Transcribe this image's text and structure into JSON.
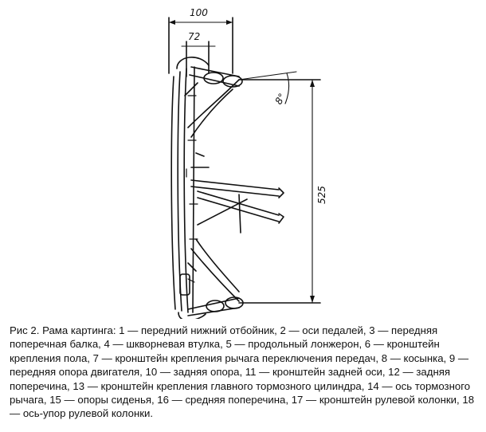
{
  "figure": {
    "dim_top_overall": "100",
    "dim_top_inner": "72",
    "dim_side": "525",
    "dim_angle": "8°"
  },
  "caption": {
    "text": "Рис 2. Рама картинга: 1 — передний нижний отбойник, 2 — оси педалей, 3 — передняя поперечная балка, 4 — шкворневая втулка, 5 — продольный лонжерон, 6 — кронштейн крепления пола, 7 — кронштейн крепления рычага переключения передач, 8 — косынка, 9 — передняя опора двигателя, 10 — задняя опора, 11 — кронштейн задней оси, 12 — задняя поперечина, 13 — кронштейн крепления главного тормозного цилиндра, 14 — ось тормозного рычага, 15 — опоры сиденья, 16 — средняя поперечина, 17 — кронштейн рулевой колонки, 18 — ось-упор рулевой колонки."
  }
}
